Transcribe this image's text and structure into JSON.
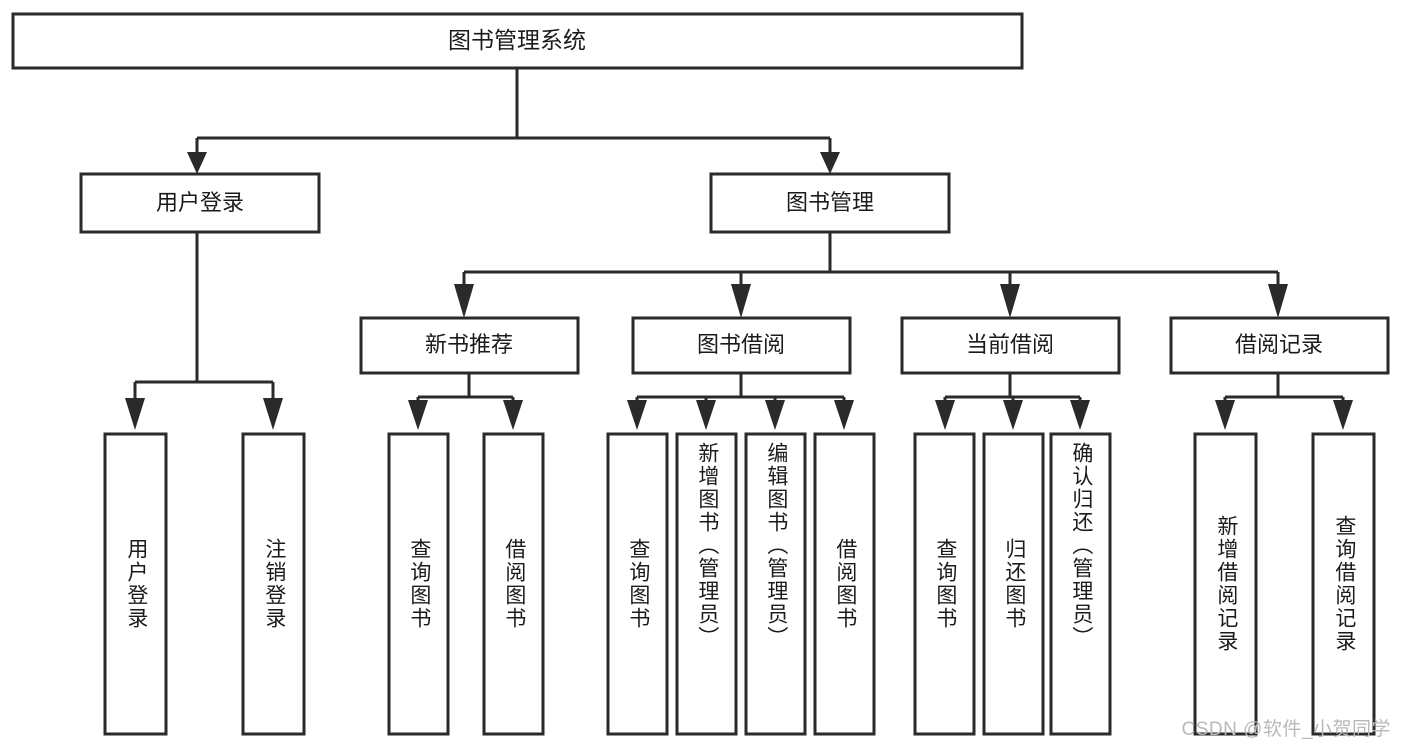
{
  "diagram": {
    "type": "tree",
    "title": "图书管理系统",
    "root": {
      "id": "root",
      "label": "图书管理系统",
      "orientation": "horizontal"
    },
    "level2": [
      {
        "id": "user-login",
        "label": "用户登录",
        "orientation": "horizontal"
      },
      {
        "id": "book-manage",
        "label": "图书管理",
        "orientation": "horizontal"
      }
    ],
    "level3": [
      {
        "id": "new-book-recommend",
        "label": "新书推荐",
        "orientation": "horizontal",
        "parent": "book-manage"
      },
      {
        "id": "book-borrow",
        "label": "图书借阅",
        "orientation": "horizontal",
        "parent": "book-manage"
      },
      {
        "id": "current-borrow",
        "label": "当前借阅",
        "orientation": "horizontal",
        "parent": "book-manage"
      },
      {
        "id": "borrow-record",
        "label": "借阅记录",
        "orientation": "horizontal",
        "parent": "book-manage"
      }
    ],
    "leaves": [
      {
        "id": "leaf-user-login",
        "label": "用户登录",
        "parent": "user-login",
        "orientation": "vertical"
      },
      {
        "id": "leaf-logout",
        "label": "注销登录",
        "parent": "user-login",
        "orientation": "vertical"
      },
      {
        "id": "leaf-query-book-1",
        "label": "查询图书",
        "parent": "new-book-recommend",
        "orientation": "vertical"
      },
      {
        "id": "leaf-borrow-book-1",
        "label": "借阅图书",
        "parent": "new-book-recommend",
        "orientation": "vertical"
      },
      {
        "id": "leaf-query-book-2",
        "label": "查询图书",
        "parent": "book-borrow",
        "orientation": "vertical"
      },
      {
        "id": "leaf-add-book",
        "label": "新增图书（管理员）",
        "parent": "book-borrow",
        "orientation": "vertical"
      },
      {
        "id": "leaf-edit-book",
        "label": "编辑图书（管理员）",
        "parent": "book-borrow",
        "orientation": "vertical"
      },
      {
        "id": "leaf-borrow-book-2",
        "label": "借阅图书",
        "parent": "book-borrow",
        "orientation": "vertical"
      },
      {
        "id": "leaf-query-book-3",
        "label": "查询图书",
        "parent": "current-borrow",
        "orientation": "vertical"
      },
      {
        "id": "leaf-return-book",
        "label": "归还图书",
        "parent": "current-borrow",
        "orientation": "vertical"
      },
      {
        "id": "leaf-confirm-return",
        "label": "确认归还（管理员）",
        "parent": "current-borrow",
        "orientation": "vertical"
      },
      {
        "id": "leaf-add-record",
        "label": "新增借阅记录",
        "parent": "borrow-record",
        "orientation": "vertical"
      },
      {
        "id": "leaf-query-record",
        "label": "查询借阅记录",
        "parent": "borrow-record",
        "orientation": "vertical"
      }
    ],
    "watermark": "CSDN @软件_小贺同学",
    "colors": {
      "box_stroke": "#2a2a2a",
      "box_fill": "#ffffff",
      "connector": "#2a2a2a",
      "text": "#1b1b1b",
      "watermark": "#b9b9b9",
      "background": "#ffffff"
    }
  }
}
